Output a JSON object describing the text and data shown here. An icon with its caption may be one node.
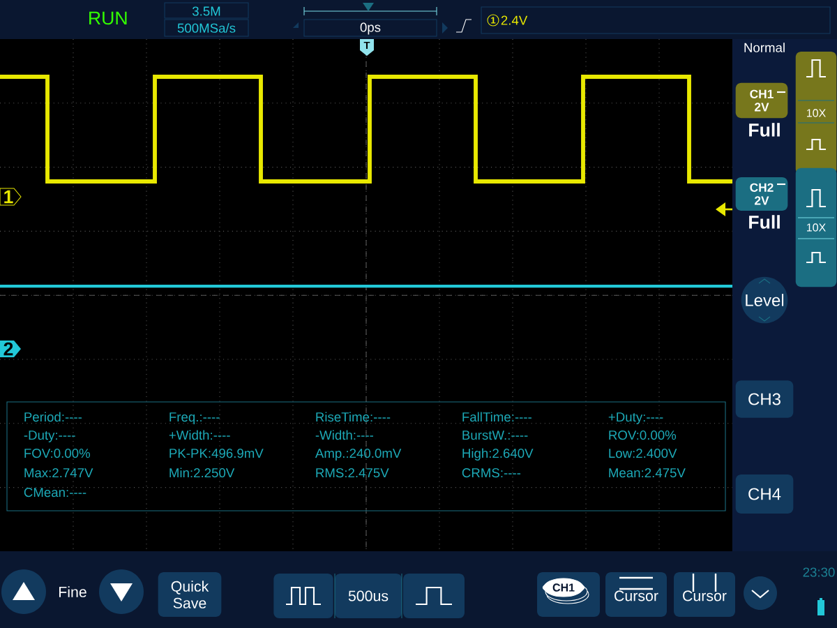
{
  "diagram": {
    "nodes": [
      {
        "text": [
          "CH1 2V"
        ],
        "beside": [
          "Full"
        ]
      },
      {
        "text": [
          "10X"
        ]
      },
      {
        "text": [
          "CH2 2V"
        ],
        "beside": [
          "Full"
        ]
      },
      {
        "text": [
          "10X"
        ]
      },
      {
        "text": [
          "Level"
        ]
      },
      {
        "text": [
          "CH3"
        ]
      },
      {
        "text": [
          "CH4"
        ]
      },
      {
        "text": [
          "Quick Save"
        ]
      },
      {
        "text": [
          "500us"
        ]
      },
      {
        "text": [
          "CH1"
        ]
      },
      {
        "text": [
          "Cursor"
        ]
      },
      {
        "text": [
          "Cursor"
        ]
      },
      {
        "text": [],
        "shape": "circle"
      },
      {
        "text": [],
        "shape": "circle"
      },
      {
        "text": [],
        "shape": "box"
      },
      {
        "text": [],
        "shape": "box"
      },
      {
        "text": [],
        "shape": "circle"
      }
    ],
    "labels": [
      "RUN",
      "3.5M",
      "500MSa/s",
      "0ps",
      "1",
      "2.4V",
      "T",
      "Normal",
      "1",
      "2",
      "Period:----",
      "Freq.:----",
      "RiseTime:----",
      "FallTime:----",
      "+Duty:----",
      "-Duty:----",
      "+Width:----",
      "-Width:----",
      "BurstW.:----",
      "ROV:0.00%",
      "FOV:0.00%",
      "PK-PK:496.9mV",
      "Amp.:240.0mV",
      "High:2.640V",
      "Low:2.400V",
      "Max:2.747V",
      "Min:2.250V",
      "RMS:2.475V",
      "CRMS:----",
      "Mean:2.475V",
      "CMean:----",
      "Fine",
      "23:30"
    ]
  }
}
